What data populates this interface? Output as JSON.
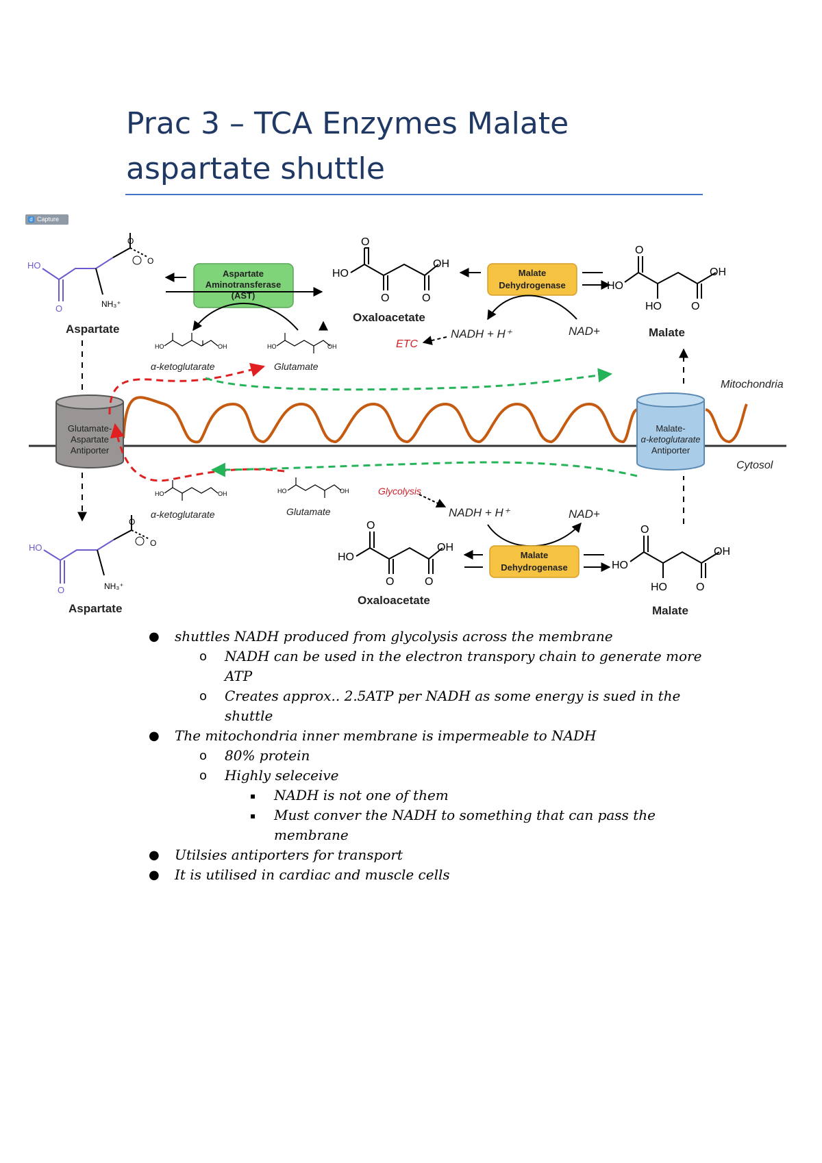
{
  "document": {
    "title": "Prac 3 – TCA Enzymes Malate aspartate shuttle"
  },
  "capture_badge": {
    "logo": "d",
    "label": "Capture"
  },
  "diagram": {
    "labels": {
      "aspartate_top": "Aspartate",
      "aspartate_bottom": "Aspartate",
      "oxaloacetate_top": "Oxaloacetate",
      "oxaloacetate_bottom": "Oxaloacetate",
      "malate_top": "Malate",
      "malate_bottom": "Malate",
      "akg_top": "α-ketoglutarate",
      "akg_bottom": "α-ketoglutarate",
      "glutamate_top": "Glutamate",
      "glutamate_bottom": "Glutamate",
      "ast_line1": "Aspartate",
      "ast_line2": "Aminotransferase",
      "ast_line3": "(AST)",
      "mdh_top_line1": "Malate",
      "mdh_top_line2": "Dehydrogenase",
      "mdh_bottom_line1": "Malate",
      "mdh_bottom_line2": "Dehydrogenase",
      "nadh_top": "NADH + H⁺",
      "nad_top": "NAD+",
      "etc": "ETC",
      "glycolysis": "Glycolysis",
      "nadh_bottom": "NADH + H⁺",
      "nad_bottom": "NAD+",
      "mitochondria": "Mitochondria",
      "cytosol": "Cytosol",
      "ga_antiporter_line1": "Glutamate-",
      "ga_antiporter_line2": "Aspartate",
      "ga_antiporter_line3": "Antiporter",
      "ma_antiporter_line1": "Malate-",
      "ma_antiporter_line2": "α-ketoglutarate",
      "ma_antiporter_line3": "Antiporter"
    },
    "colors": {
      "ast_box": "#7fd47a",
      "mdh_box": "#f5c242",
      "membrane_wave": "#c55a11",
      "red_dashed": "#e02020",
      "green_dashed": "#25b35a",
      "aspartate_purple": "#6a5acd",
      "etc_red": "#d0202a"
    }
  },
  "notes": {
    "bullets": [
      {
        "level": 1,
        "text": "shuttles NADH produced from glycolysis across the membrane"
      },
      {
        "level": 2,
        "text": "NADH can be used in the electron transpory chain to generate more"
      },
      {
        "level": 2,
        "cont": true,
        "text": "ATP"
      },
      {
        "level": 2,
        "text": "Creates approx.. 2.5ATP per NADH as some energy is sued in the"
      },
      {
        "level": 2,
        "cont": true,
        "text": "shuttle"
      },
      {
        "level": 1,
        "text": "The mitochondria inner membrane is impermeable to NADH"
      },
      {
        "level": 2,
        "text": "80% protein"
      },
      {
        "level": 2,
        "text": "Highly seleceive"
      },
      {
        "level": 3,
        "text": "NADH is not one of them"
      },
      {
        "level": 3,
        "text": "Must conver the NADH to something that can pass the"
      },
      {
        "level": 3,
        "cont": true,
        "text": "membrane"
      },
      {
        "level": 1,
        "text": "Utilsies antiporters for transport"
      },
      {
        "level": 1,
        "text": "It is utilised in cardiac and muscle cells"
      }
    ]
  }
}
